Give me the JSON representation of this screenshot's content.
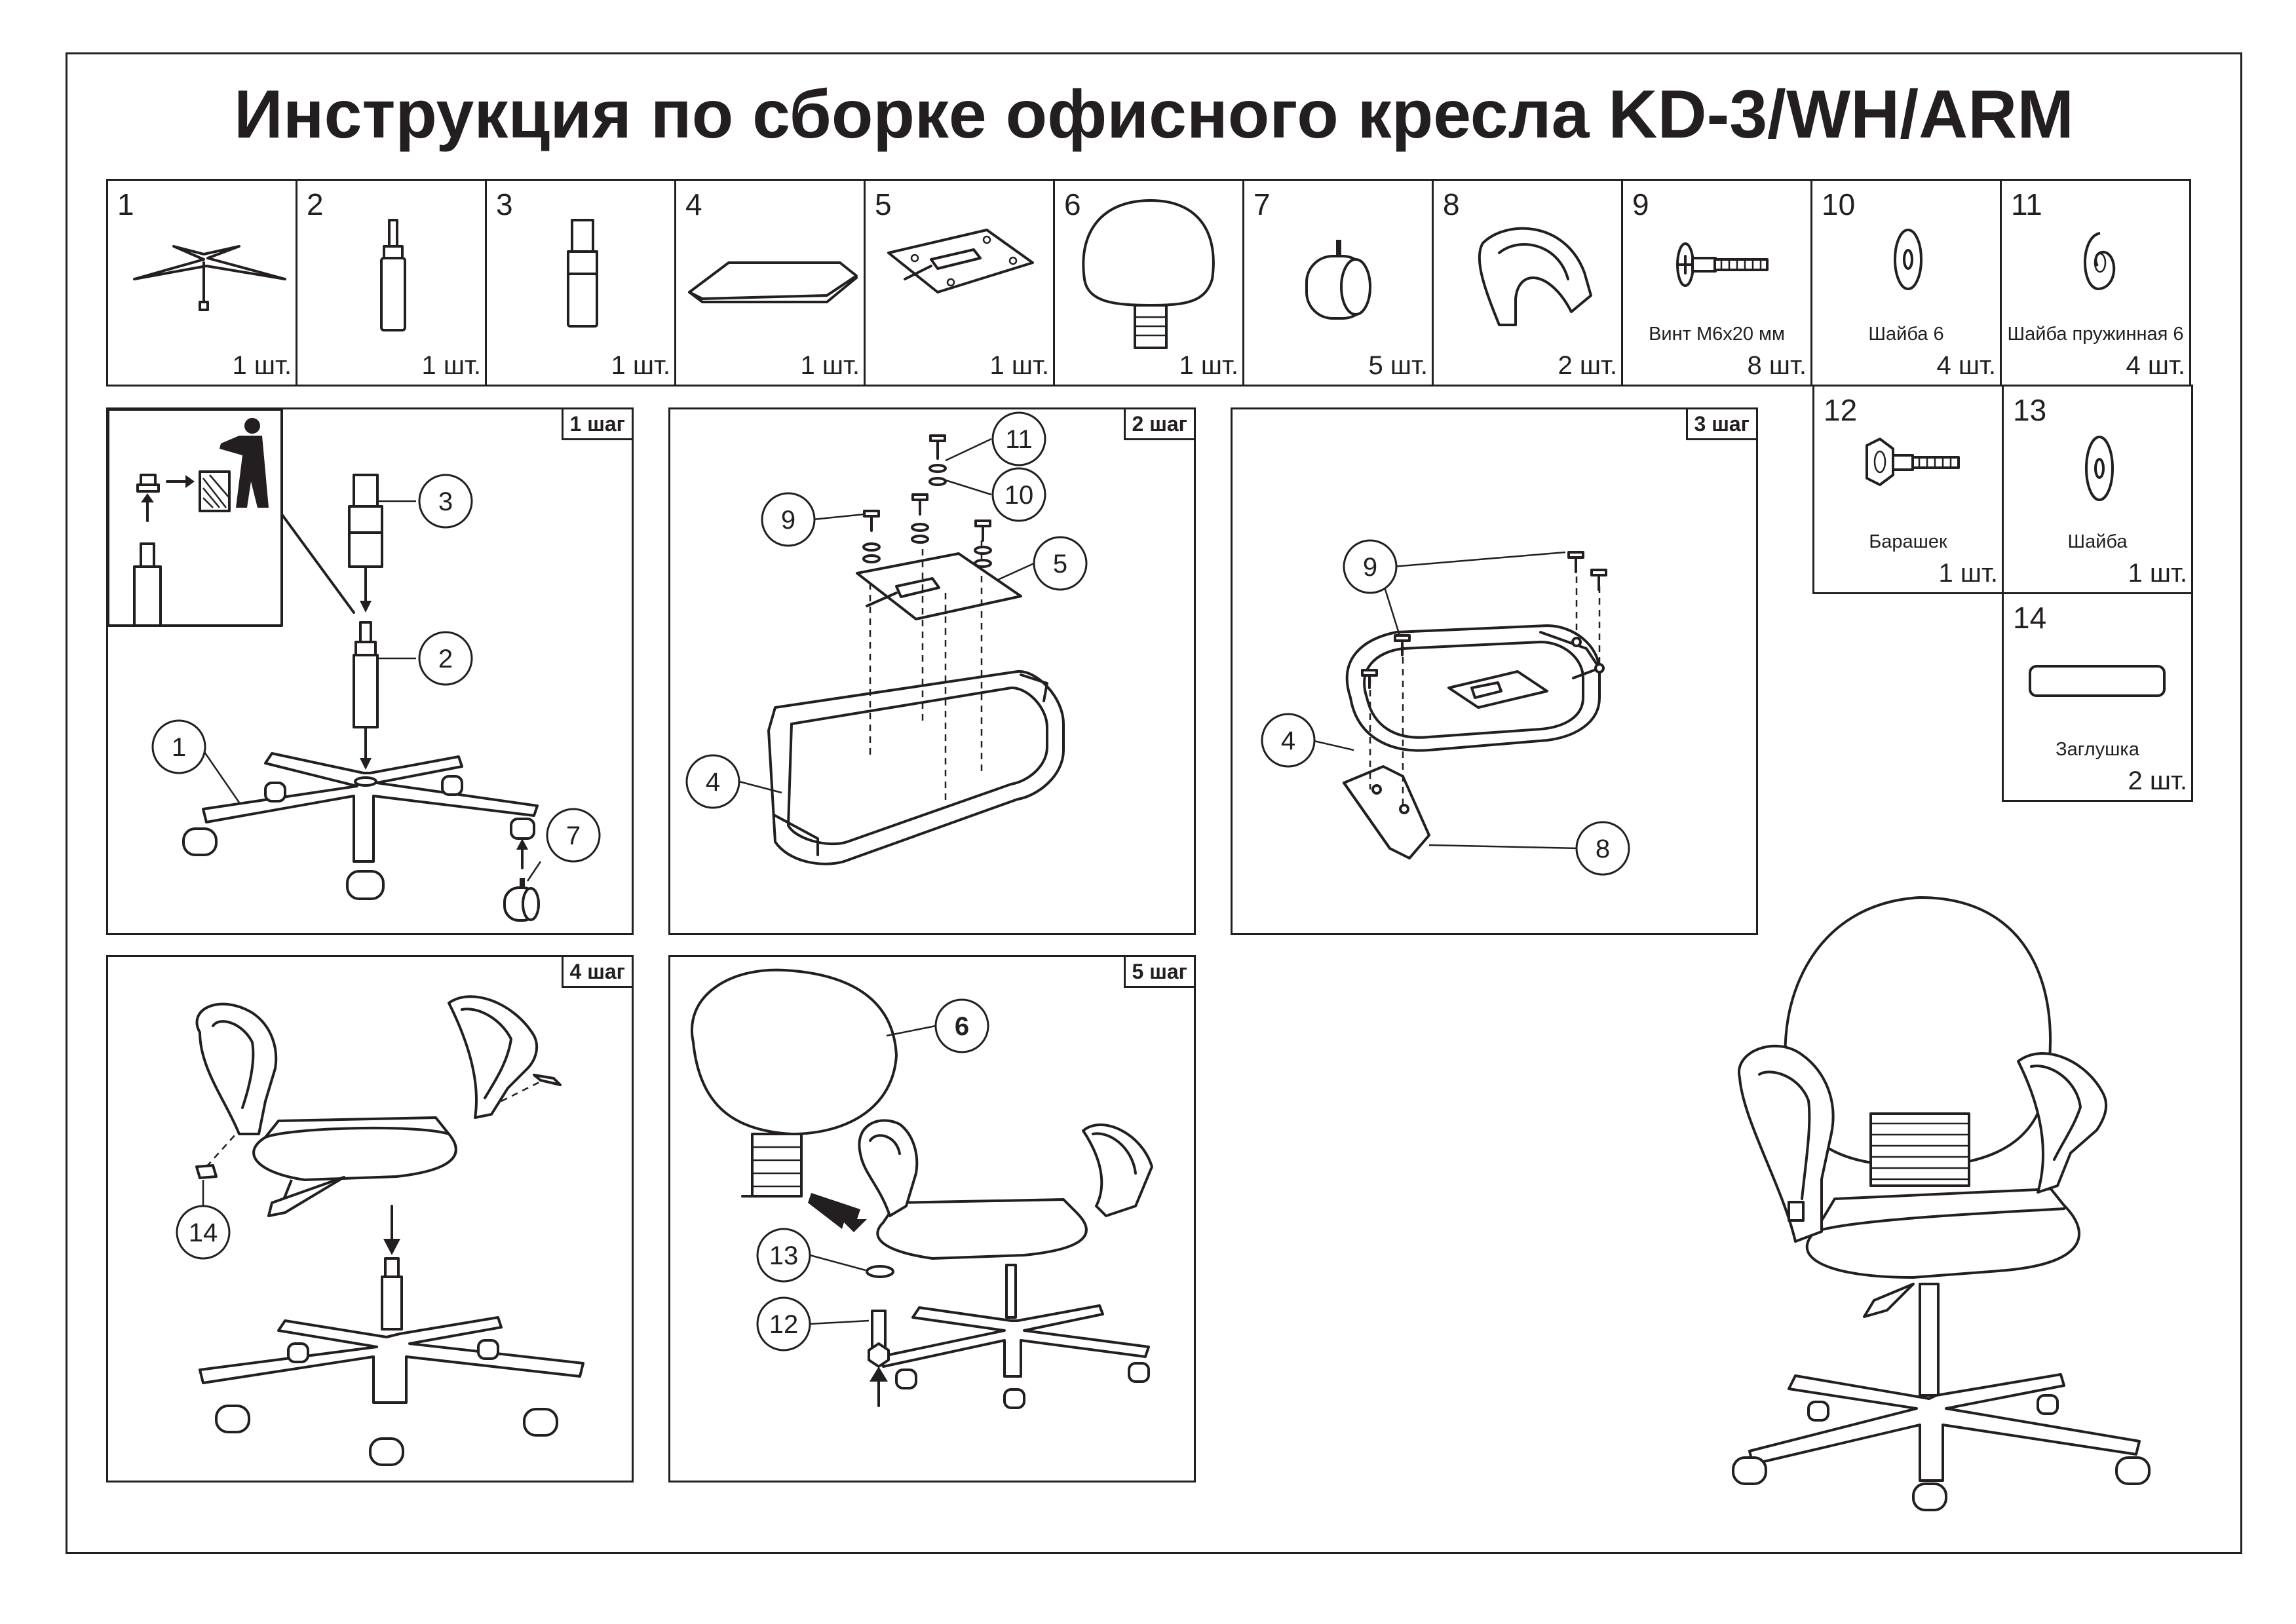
{
  "title": "Инструкция по сборке офисного кресла KD-3/WH/ARM",
  "parts": [
    {
      "num": "1",
      "name": "",
      "qty": "1 шт.",
      "icon": "star-base-icon"
    },
    {
      "num": "2",
      "name": "",
      "qty": "1 шт.",
      "icon": "gas-lift-icon"
    },
    {
      "num": "3",
      "name": "",
      "qty": "1 шт.",
      "icon": "gas-lift-cover-icon"
    },
    {
      "num": "4",
      "name": "",
      "qty": "1 шт.",
      "icon": "seat-icon"
    },
    {
      "num": "5",
      "name": "",
      "qty": "1 шт.",
      "icon": "mechanism-plate-icon"
    },
    {
      "num": "6",
      "name": "",
      "qty": "1 шт.",
      "icon": "backrest-icon"
    },
    {
      "num": "7",
      "name": "",
      "qty": "5 шт.",
      "icon": "caster-icon"
    },
    {
      "num": "8",
      "name": "",
      "qty": "2 шт.",
      "icon": "armrest-icon"
    },
    {
      "num": "9",
      "name": "Винт М6х20 мм",
      "qty": "8 шт.",
      "icon": "screw-icon"
    },
    {
      "num": "10",
      "name": "Шайба  6",
      "qty": "4 шт.",
      "icon": "washer-icon"
    },
    {
      "num": "11",
      "name": "Шайба пружинная 6",
      "qty": "4 шт.",
      "icon": "spring-washer-icon"
    },
    {
      "num": "12",
      "name": "Барашек",
      "qty": "1 шт.",
      "icon": "knob-bolt-icon"
    },
    {
      "num": "13",
      "name": "Шайба",
      "qty": "1 шт.",
      "icon": "washer-icon"
    },
    {
      "num": "14",
      "name": "Заглушка",
      "qty": "2 шт.",
      "icon": "plug-icon"
    }
  ],
  "steps": [
    {
      "label": "1 шаг",
      "callouts": [
        "3",
        "2",
        "1",
        "7"
      ]
    },
    {
      "label": "2 шаг",
      "callouts": [
        "11",
        "10",
        "9",
        "5",
        "4"
      ]
    },
    {
      "label": "3 шаг",
      "callouts": [
        "9",
        "4",
        "8"
      ]
    },
    {
      "label": "4 шаг",
      "callouts": [
        "14"
      ]
    },
    {
      "label": "5 шаг",
      "callouts": [
        "6",
        "13",
        "12"
      ]
    }
  ]
}
